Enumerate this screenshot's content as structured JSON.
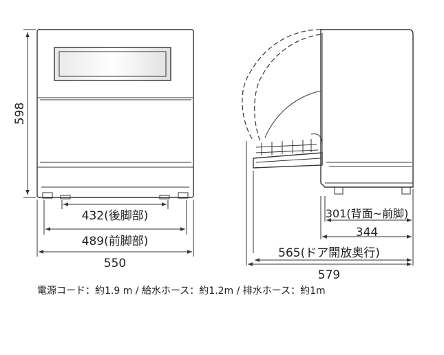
{
  "dimensions": {
    "front_height": "598",
    "front_width": "550",
    "rear_feet": "432(後脚部)",
    "front_feet": "489(前脚部)",
    "back_to_front_feet": "301(背面~前脚)",
    "depth": "344",
    "door_open_depth": "565(ドア開放奥行)",
    "total_depth": "579"
  },
  "notes": {
    "cords": "電源コード：約1.9 m / 給水ホース：約1.2m / 排水ホース：約1m"
  }
}
